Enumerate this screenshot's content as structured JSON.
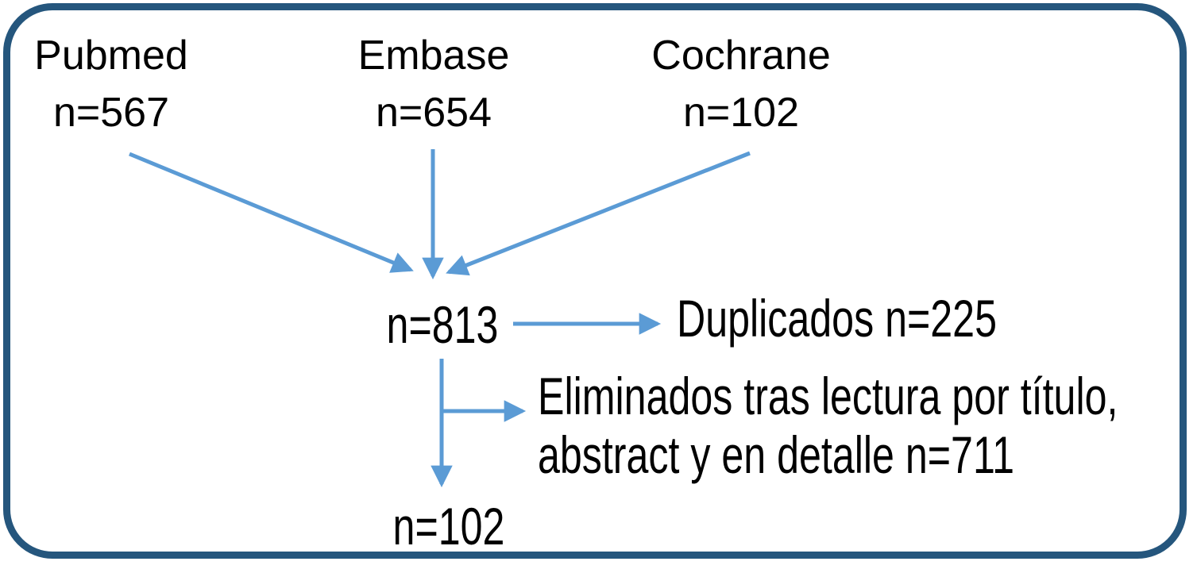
{
  "diagram": {
    "type": "flowchart",
    "colors": {
      "border": "#25567D",
      "arrow": "#5B9BD5",
      "text": "#000000"
    },
    "sources": [
      {
        "name": "Pubmed",
        "count": "n=567"
      },
      {
        "name": "Embase",
        "count": "n=654"
      },
      {
        "name": "Cochrane",
        "count": "n=102"
      }
    ],
    "pooled": {
      "count": "n=813"
    },
    "duplicates": {
      "label": "Duplicados n=225"
    },
    "excluded": {
      "line1": "Eliminados tras lectura por título,",
      "line2": "abstract y en detalle n=711"
    },
    "final": {
      "count": "n=102"
    }
  }
}
